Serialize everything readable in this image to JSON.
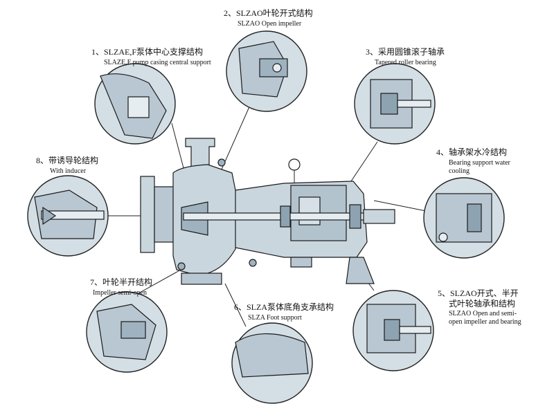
{
  "colors": {
    "body_fill": "#c9d6de",
    "body_dark": "#9fb2bf",
    "detail_fill": "#d3dee5",
    "outline": "#1a1a1a",
    "background": "#ffffff"
  },
  "callouts": [
    {
      "id": 1,
      "cn": "1、SLZAE,F泵体中心支撑结构",
      "en": "SLAZE,F pump casing central support"
    },
    {
      "id": 2,
      "cn": "2、SLZAO叶轮开式结构",
      "en": "SLZAO Open impeller"
    },
    {
      "id": 3,
      "cn": "3、采用圆锥滚子轴承",
      "en": "Tapered roller bearing"
    },
    {
      "id": 4,
      "cn": "4、轴承架水冷结构",
      "en": "Bearing support water",
      "en2": "cooling"
    },
    {
      "id": 5,
      "cn": "5、SLZAO开式、半开",
      "cn2": "式叶轮轴承和结构",
      "en": "SLZAO Open and semi-",
      "en2": "open impeller and bearing"
    },
    {
      "id": 6,
      "cn": "6、SLZA泵体底角支承结构",
      "en": "SLZA Foot support"
    },
    {
      "id": 7,
      "cn": "7、叶轮半开结构",
      "en": "Impeller semi-open"
    },
    {
      "id": 8,
      "cn": "8、带诱导轮结构",
      "en": "With inducer"
    }
  ]
}
